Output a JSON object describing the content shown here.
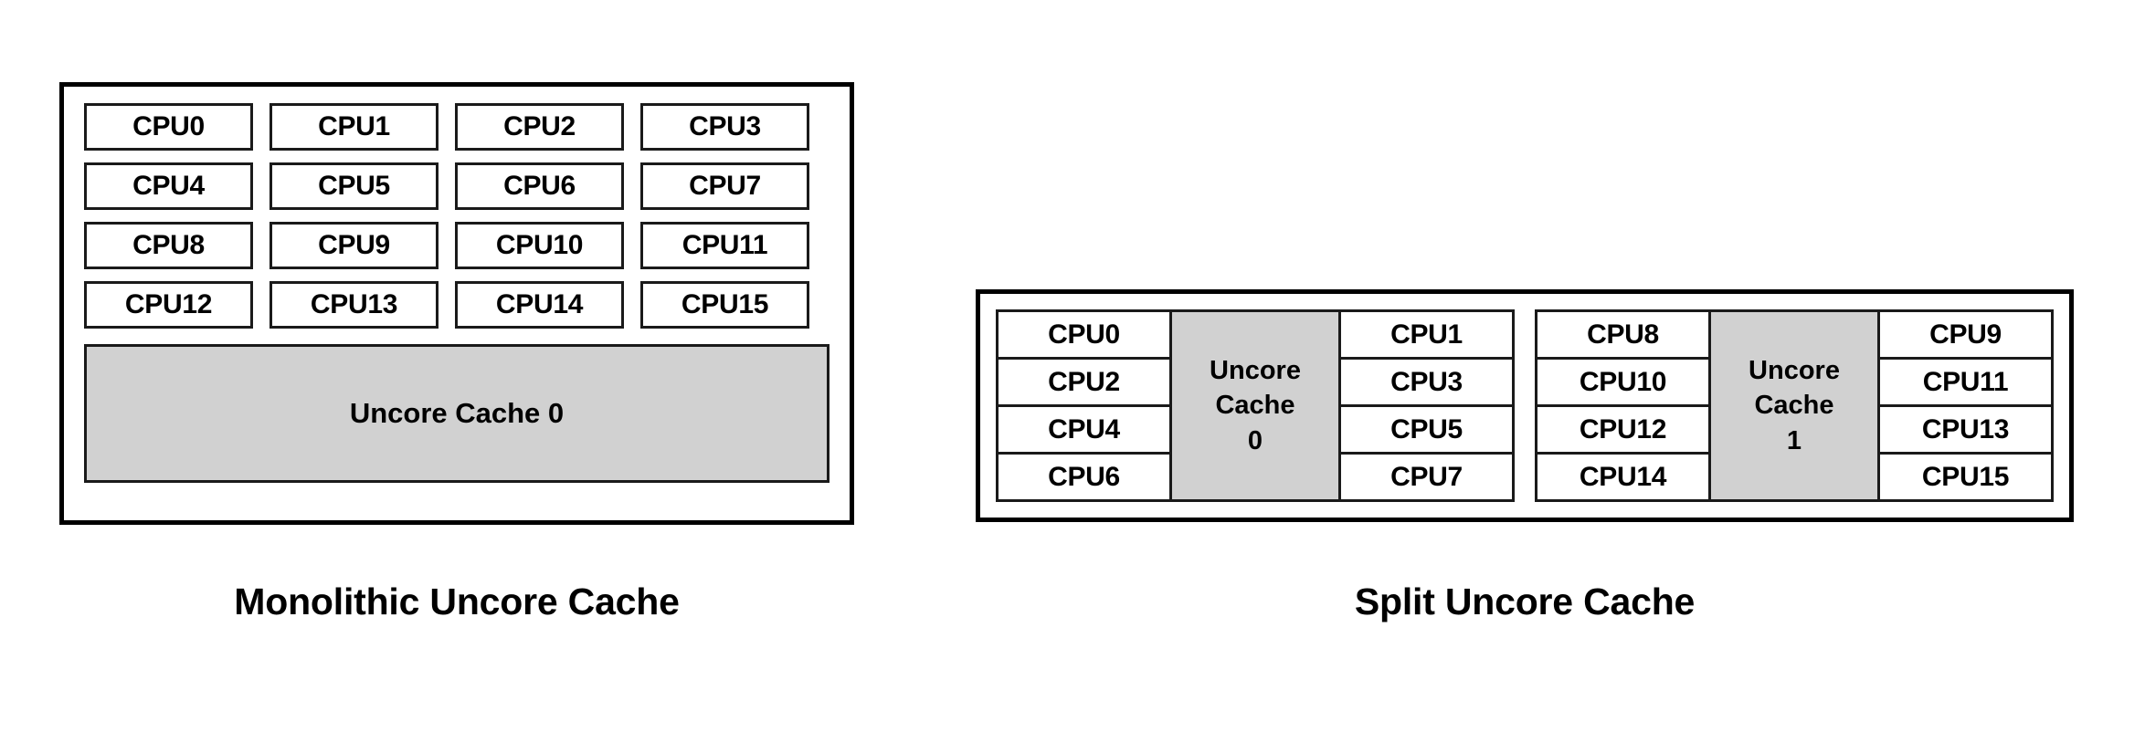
{
  "diagram": {
    "title_left": "Monolithic Uncore Cache",
    "title_right": "Split Uncore Cache",
    "colors": {
      "cache_fill": "#d1d1d1",
      "border": "#1a1a1a",
      "outer_border": "#000000",
      "background": "#ffffff",
      "text": "#000000"
    }
  },
  "monolithic": {
    "caption": "Monolithic Uncore Cache",
    "cpus": [
      "CPU0",
      "CPU1",
      "CPU2",
      "CPU3",
      "CPU4",
      "CPU5",
      "CPU6",
      "CPU7",
      "CPU8",
      "CPU9",
      "CPU10",
      "CPU11",
      "CPU12",
      "CPU13",
      "CPU14",
      "CPU15"
    ],
    "cache_label": "Uncore Cache 0"
  },
  "split": {
    "caption": "Split Uncore Cache",
    "clusters": [
      {
        "left_cpus": [
          "CPU0",
          "CPU2",
          "CPU4",
          "CPU6"
        ],
        "cache_name": "Uncore",
        "cache_word2": "Cache",
        "cache_index": "0",
        "right_cpus": [
          "CPU1",
          "CPU3",
          "CPU5",
          "CPU7"
        ]
      },
      {
        "left_cpus": [
          "CPU8",
          "CPU10",
          "CPU12",
          "CPU14"
        ],
        "cache_name": "Uncore",
        "cache_word2": "Cache",
        "cache_index": "1",
        "right_cpus": [
          "CPU9",
          "CPU11",
          "CPU13",
          "CPU15"
        ]
      }
    ]
  }
}
